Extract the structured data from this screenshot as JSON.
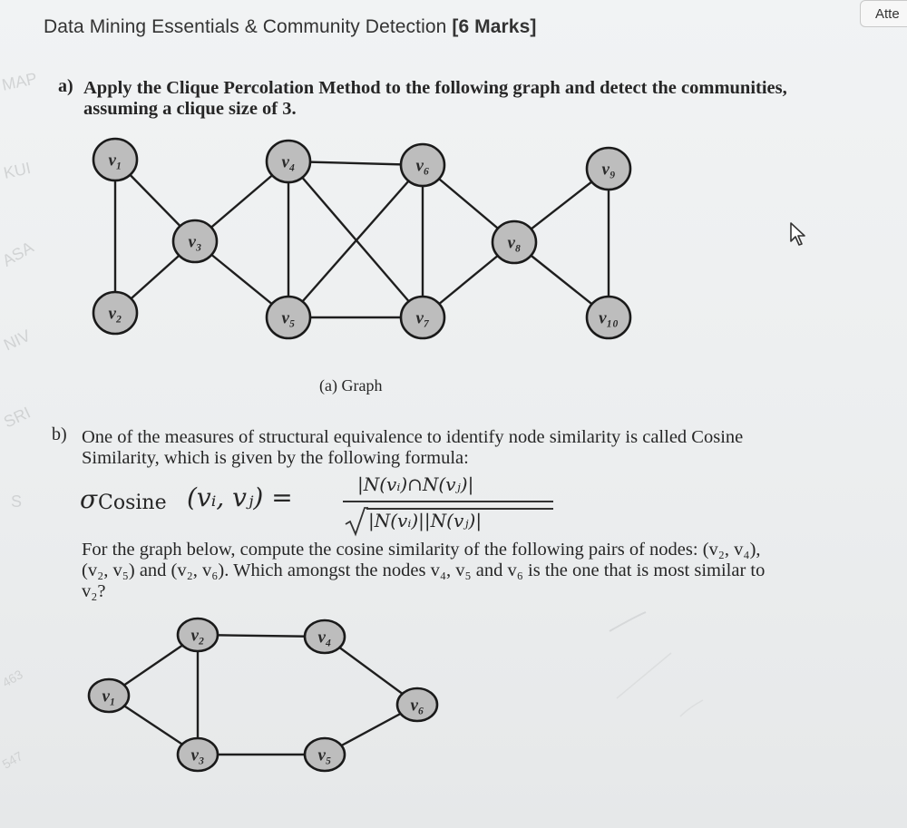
{
  "header": {
    "title": "Data Mining Essentials & Community Detection",
    "marks": "[6 Marks]",
    "attempt_label": "Atte"
  },
  "watermarks": [
    "MAP",
    "KUI",
    "ASA",
    "NIV",
    "SRI",
    "S",
    "463",
    "547"
  ],
  "part_a": {
    "label": "a)",
    "text_line1": "Apply the Clique Percolation Method to the following graph and detect the communities,",
    "text_line2": "assuming a clique size of 3.",
    "caption": "(a) Graph",
    "graph": {
      "nodes": [
        {
          "id": "v1",
          "label": "v1"
        },
        {
          "id": "v2",
          "label": "v2"
        },
        {
          "id": "v3",
          "label": "v3"
        },
        {
          "id": "v4",
          "label": "v4"
        },
        {
          "id": "v5",
          "label": "v5"
        },
        {
          "id": "v6",
          "label": "v6"
        },
        {
          "id": "v7",
          "label": "v7"
        },
        {
          "id": "v8",
          "label": "v8"
        },
        {
          "id": "v9",
          "label": "v9"
        },
        {
          "id": "v10",
          "label": "v10"
        }
      ],
      "edges": [
        [
          "v1",
          "v2"
        ],
        [
          "v1",
          "v3"
        ],
        [
          "v2",
          "v3"
        ],
        [
          "v3",
          "v4"
        ],
        [
          "v3",
          "v5"
        ],
        [
          "v4",
          "v5"
        ],
        [
          "v4",
          "v6"
        ],
        [
          "v4",
          "v7"
        ],
        [
          "v5",
          "v6"
        ],
        [
          "v5",
          "v7"
        ],
        [
          "v6",
          "v7"
        ],
        [
          "v6",
          "v8"
        ],
        [
          "v7",
          "v8"
        ],
        [
          "v8",
          "v9"
        ],
        [
          "v8",
          "v10"
        ],
        [
          "v9",
          "v10"
        ]
      ]
    }
  },
  "part_b": {
    "label": "b)",
    "text_line1": "One of the measures of structural equivalence to identify node similarity is called Cosine",
    "text_line2": "Similarity, which is given by the following formula:",
    "formula": {
      "lhs_sigma": "σ",
      "lhs_sub": "Cosine",
      "lhs_args": "(vᵢ, vⱼ) =",
      "numerator": "|N(vᵢ)∩N(vⱼ)|",
      "denominator": "|N(vᵢ)||N(vⱼ)|"
    },
    "question_line1": "For the graph below, compute the cosine similarity of the following pairs of nodes: (v₂, v₄),",
    "question_line2": "(v₂, v₅) and (v₂, v₆). Which amongst the nodes v₄, v₅ and v₆ is the one that is most similar to",
    "question_line3": "v₂?",
    "graph": {
      "nodes": [
        {
          "id": "v1",
          "label": "v1"
        },
        {
          "id": "v2",
          "label": "v2"
        },
        {
          "id": "v3",
          "label": "v3"
        },
        {
          "id": "v4",
          "label": "v4"
        },
        {
          "id": "v5",
          "label": "v5"
        },
        {
          "id": "v6",
          "label": "v6"
        }
      ],
      "edges": [
        [
          "v1",
          "v2"
        ],
        [
          "v1",
          "v3"
        ],
        [
          "v2",
          "v3"
        ],
        [
          "v2",
          "v4"
        ],
        [
          "v3",
          "v5"
        ],
        [
          "v4",
          "v6"
        ],
        [
          "v5",
          "v6"
        ]
      ]
    }
  }
}
